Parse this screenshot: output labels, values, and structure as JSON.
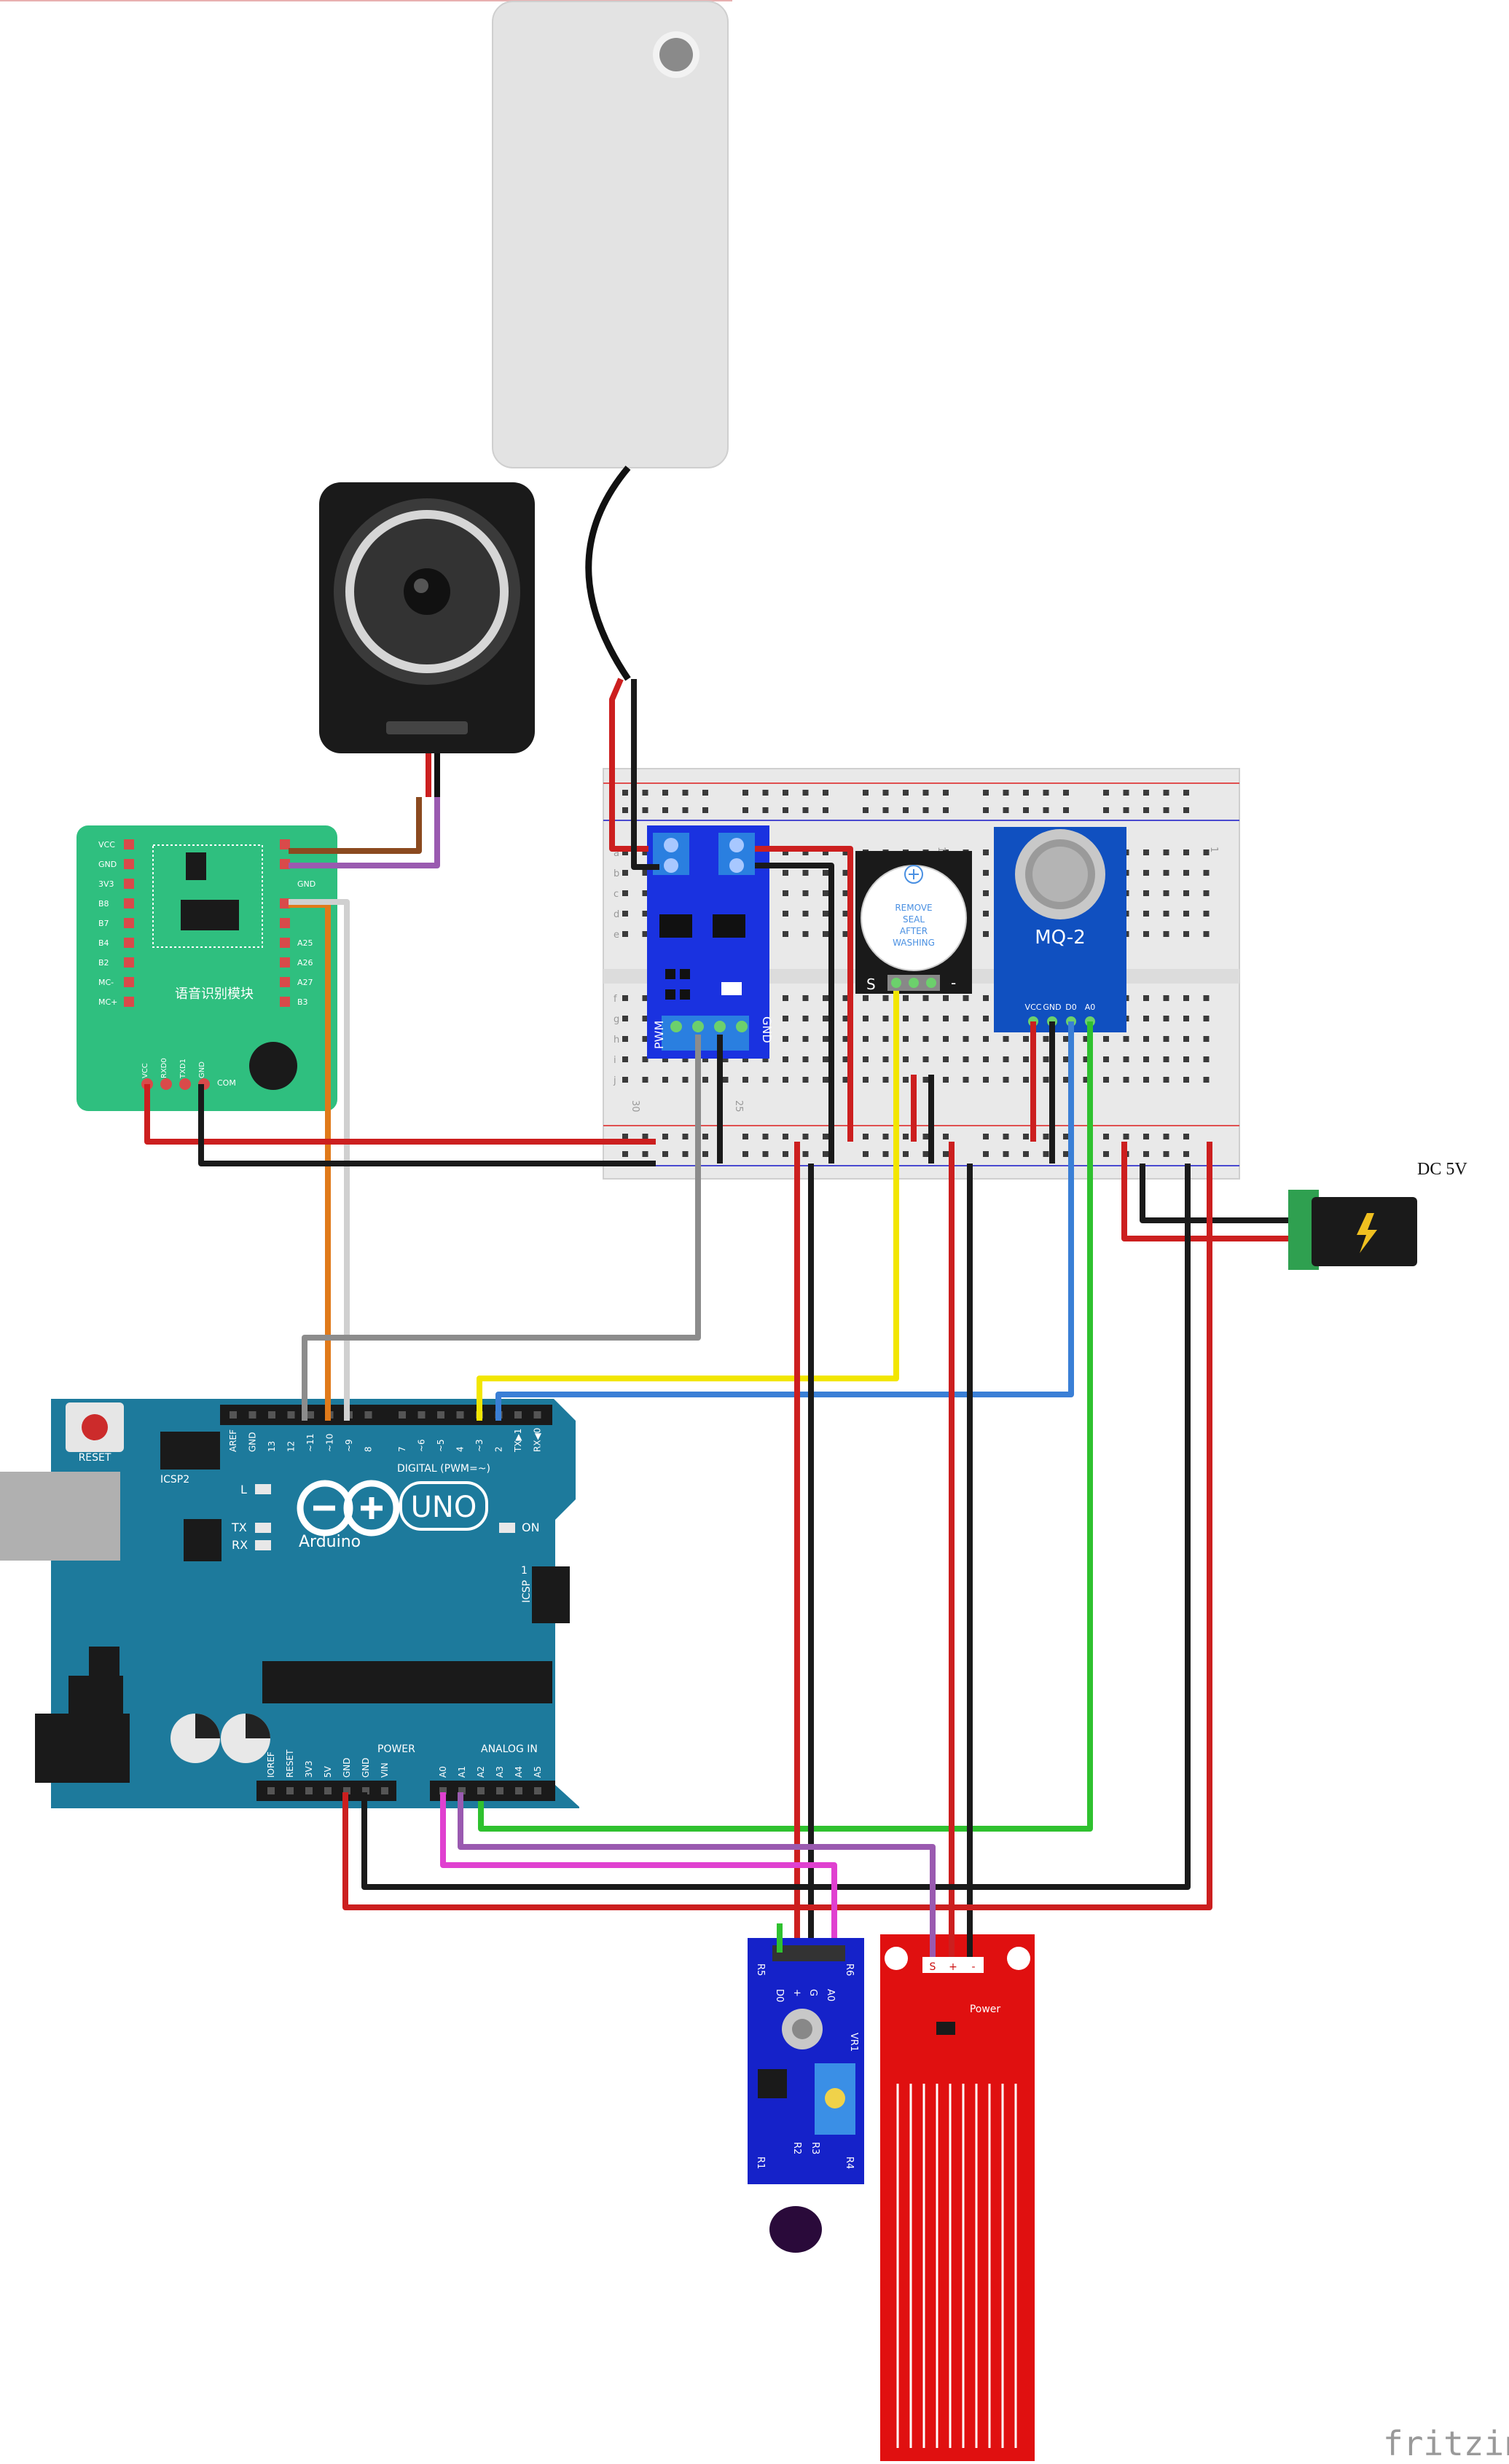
{
  "colors": {
    "wire_red": "#cc1f1f",
    "wire_black": "#1a1a1a",
    "wire_green": "#2fc12f",
    "wire_blue": "#3a7fd6",
    "wire_yellow": "#f2e600",
    "wire_orange": "#e07a1a",
    "wire_gray": "#8c8c8c",
    "wire_magenta": "#e040d0",
    "wire_purple": "#9a5ab0",
    "wire_brown": "#8b4a1f",
    "arduino_teal": "#1d7a9c",
    "voice_green": "#2fbf7f",
    "relay_blue": "#1a32e0",
    "mq2_blue": "#1050c0",
    "water_red": "#e01010",
    "ir_blue": "#1522c9"
  },
  "arduino": {
    "reset_label": "RESET",
    "icsp2_label": "ICSP2",
    "icsp_label": "ICSP",
    "digital_label": "DIGITAL (PWM=~)",
    "power_label": "POWER",
    "analog_label": "ANALOG IN",
    "logo_uno": "UNO",
    "logo_brand": "Arduino",
    "led_l": "L",
    "led_tx": "TX",
    "led_rx": "RX",
    "led_on": "ON",
    "icsp_1": "1",
    "digital_pins": [
      "AREF",
      "GND",
      "13",
      "12",
      "~11",
      "~10",
      "~9",
      "8",
      "7",
      "~6",
      "~5",
      "4",
      "~3",
      "2",
      "TX▶1",
      "RX◀0"
    ],
    "power_pins": [
      "IOREF",
      "RESET",
      "3V3",
      "5V",
      "GND",
      "GND",
      "VIN"
    ],
    "analog_pins": [
      "A0",
      "A1",
      "A2",
      "A3",
      "A4",
      "A5"
    ]
  },
  "voice_module": {
    "title": "语音识别模块",
    "left_pins": [
      "VCC",
      "GND",
      "3V3",
      "B8",
      "B7",
      "B4",
      "B2",
      "MC-",
      "MC+"
    ],
    "right_pins": [
      "GND",
      "A25",
      "A26",
      "A27",
      "B3"
    ],
    "bottom_pins": [
      "VCC",
      "RXD0",
      "TXD1",
      "GND"
    ],
    "com_label": "COM"
  },
  "relay_module": {
    "pwm_label": "PWM",
    "gnd_label": "GND"
  },
  "buzzer": {
    "seal_text": [
      "REMOVE",
      "SEAL",
      "AFTER",
      "WASHING"
    ],
    "s_label": "S",
    "minus_label": "-"
  },
  "mq2": {
    "name": "MQ-2",
    "pins": [
      "VCC",
      "GND",
      "D0",
      "A0"
    ]
  },
  "breadboard": {
    "col_15": "15",
    "col_25": "25",
    "col_30": "30",
    "col_1": "1",
    "rows_left": [
      "a",
      "b",
      "c",
      "d",
      "e",
      "f",
      "g",
      "h",
      "i",
      "j"
    ]
  },
  "power_jack": {
    "label": "DC 5V"
  },
  "ir_sensor": {
    "pins": [
      "R5",
      "D0",
      "+",
      "G",
      "A0",
      "R6"
    ],
    "labels": [
      "VR1",
      "R1",
      "R2",
      "R3",
      "R4"
    ]
  },
  "water_sensor": {
    "pins": [
      "S",
      "+",
      "-"
    ],
    "power_label": "Power"
  },
  "watermark": "fritzing"
}
